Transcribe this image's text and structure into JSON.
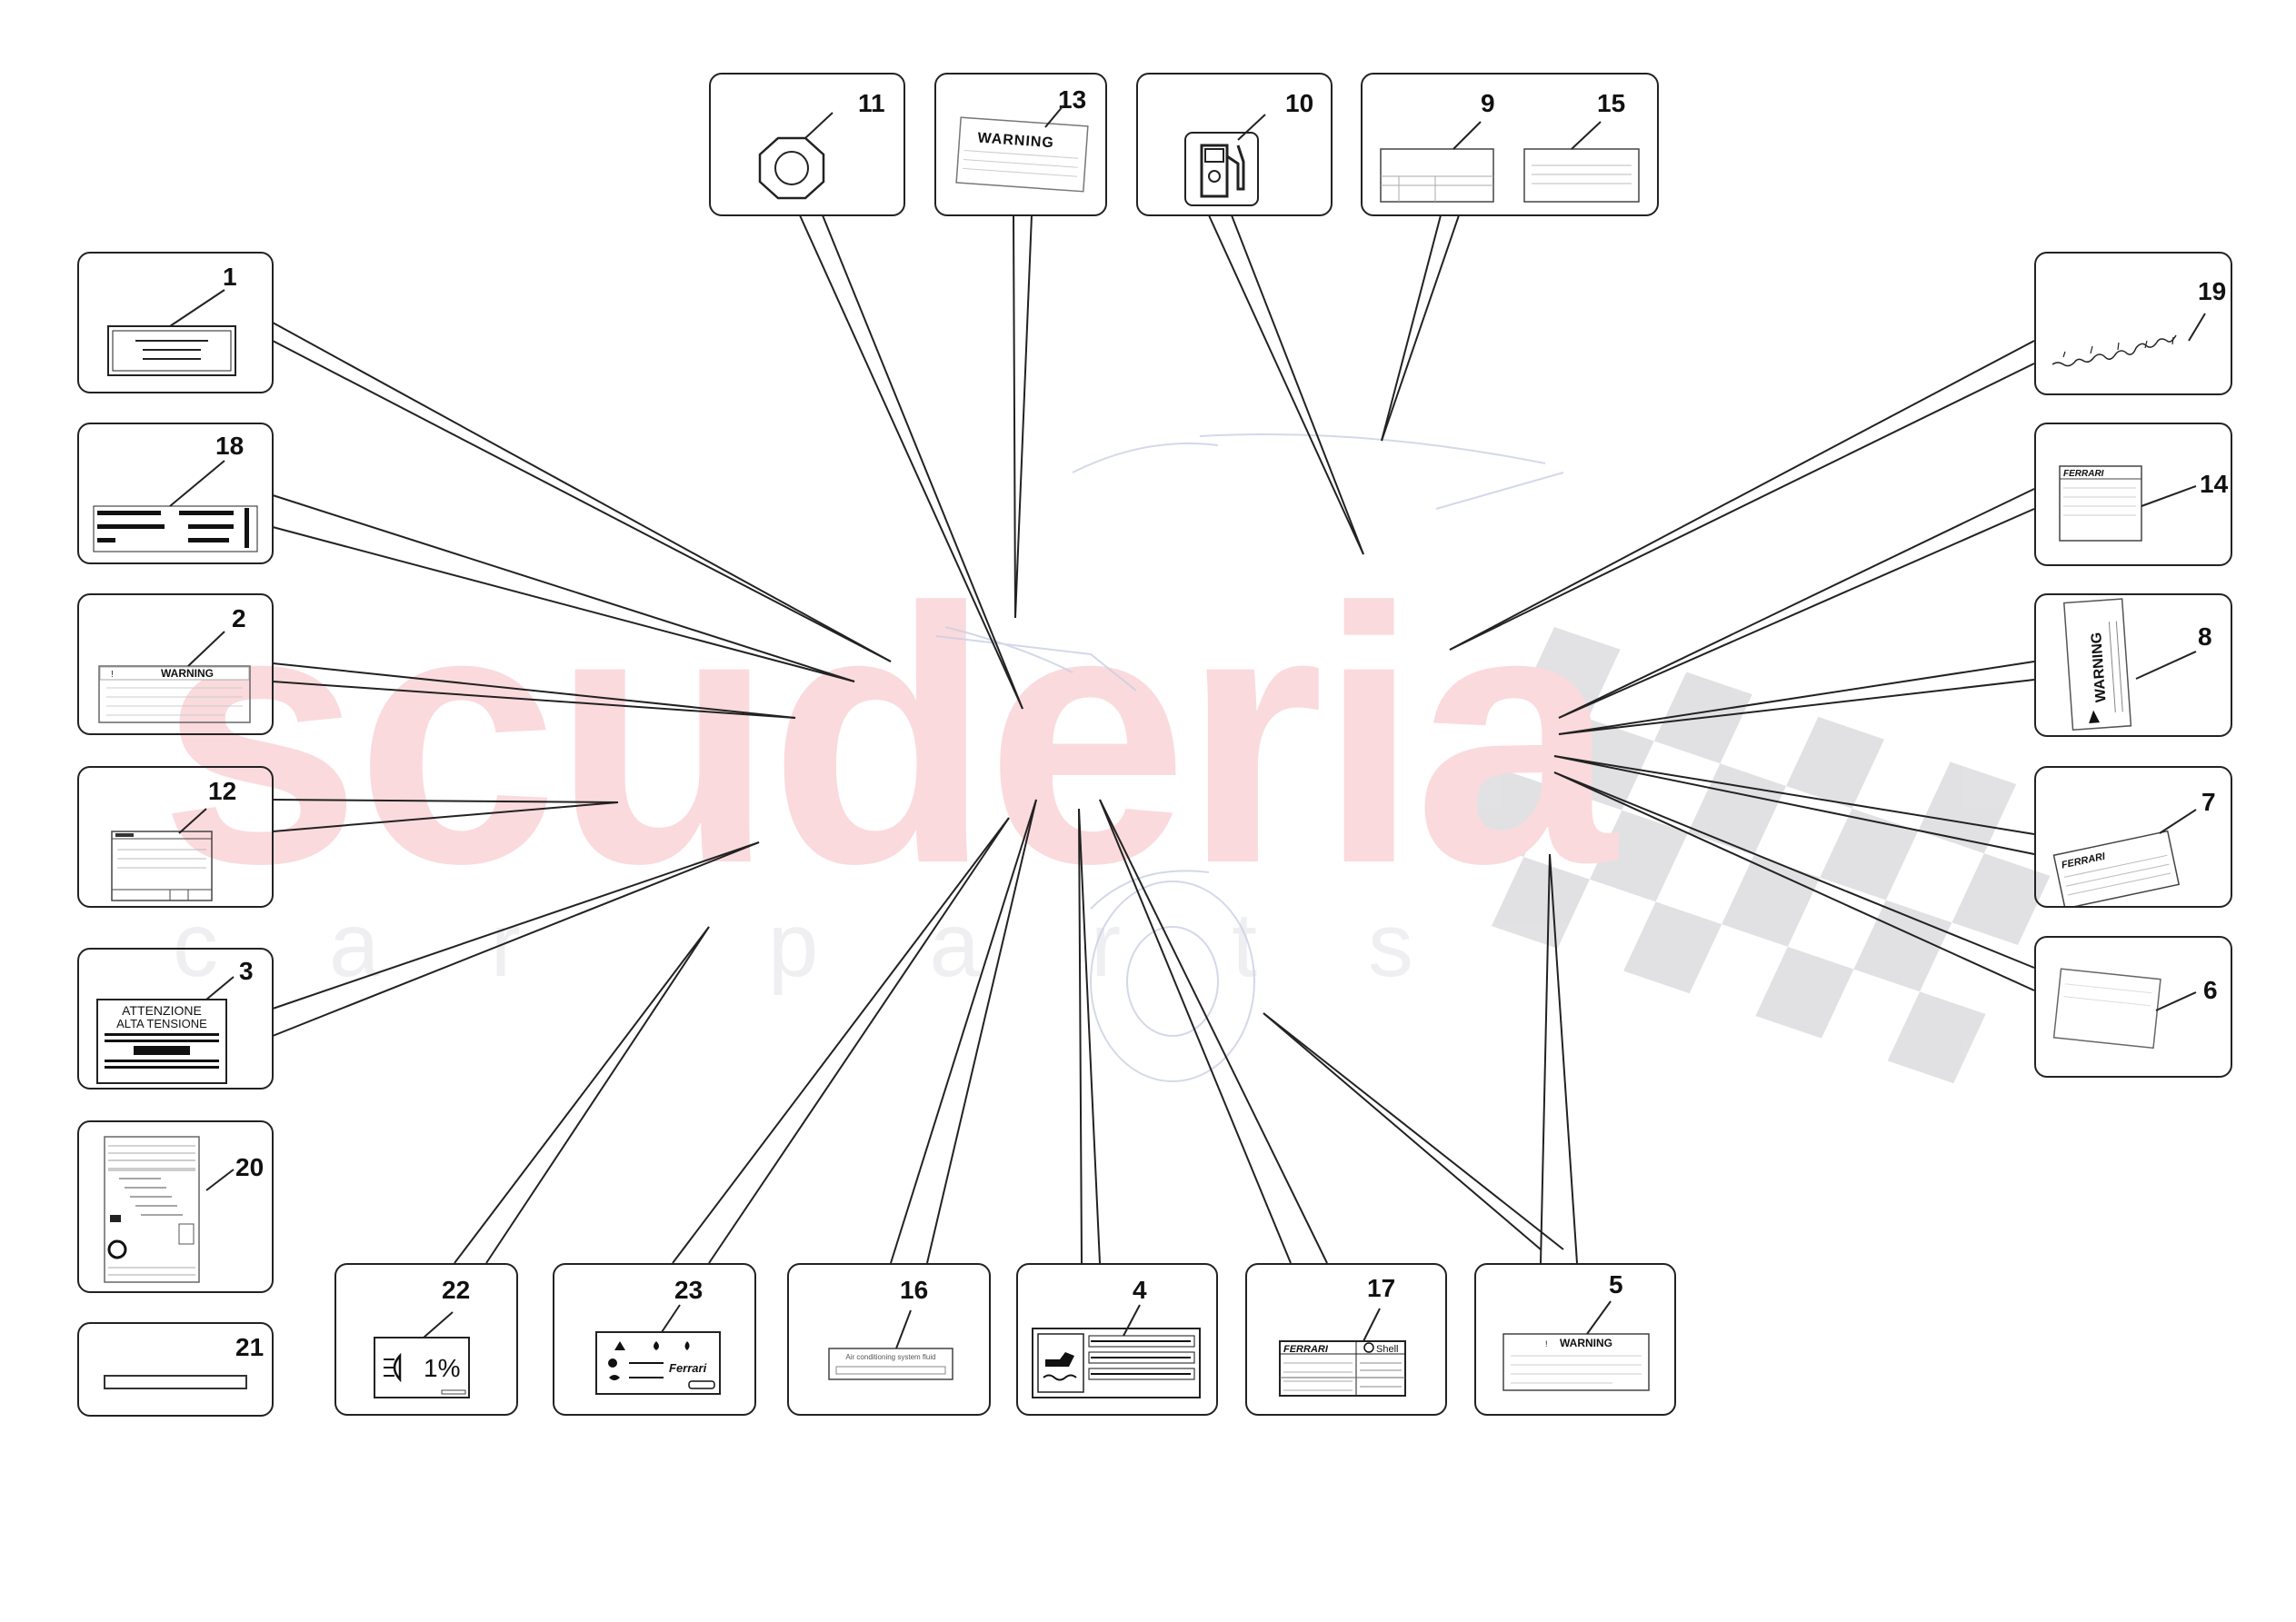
{
  "watermark": {
    "brand": "scuderia",
    "sub": "car parts",
    "brand_color": "#f8d0d4",
    "flag_color": "#d8d8dc"
  },
  "parts": [
    {
      "id": "1",
      "label": "1",
      "icon": "plain-label-icon"
    },
    {
      "id": "2",
      "label": "2",
      "icon": "warning-label-icon",
      "text": "WARNING"
    },
    {
      "id": "3",
      "label": "3",
      "icon": "high-voltage-label-icon",
      "text_line1": "ATTENZIONE",
      "text_line2": "ALTA TENSIONE"
    },
    {
      "id": "4",
      "label": "4",
      "icon": "oil-level-label-icon"
    },
    {
      "id": "5",
      "label": "5",
      "icon": "warning-label-icon",
      "text": "WARNING"
    },
    {
      "id": "6",
      "label": "6",
      "icon": "blank-label-icon"
    },
    {
      "id": "7",
      "label": "7",
      "icon": "ferrari-label-icon",
      "text": "FERRARI"
    },
    {
      "id": "8",
      "label": "8",
      "icon": "warning-label-icon",
      "text": "WARNING"
    },
    {
      "id": "9",
      "label": "9",
      "icon": "plain-label-icon"
    },
    {
      "id": "10",
      "label": "10",
      "icon": "fuel-pump-icon"
    },
    {
      "id": "11",
      "label": "11",
      "icon": "octagon-label-icon"
    },
    {
      "id": "12",
      "label": "12",
      "icon": "data-plate-icon"
    },
    {
      "id": "13",
      "label": "13",
      "icon": "warning-label-icon",
      "text": "WARNING"
    },
    {
      "id": "14",
      "label": "14",
      "icon": "ferrari-label-icon",
      "text": "FERRARI"
    },
    {
      "id": "15",
      "label": "15",
      "icon": "plain-label-icon"
    },
    {
      "id": "16",
      "label": "16",
      "icon": "aircon-label-icon",
      "text": "Air conditioning system fluid"
    },
    {
      "id": "17",
      "label": "17",
      "icon": "ferrari-shell-label-icon",
      "text": "FERRARI",
      "text2": "Shell"
    },
    {
      "id": "18",
      "label": "18",
      "icon": "bar-label-icon"
    },
    {
      "id": "19",
      "label": "19",
      "icon": "arabic-script-icon"
    },
    {
      "id": "20",
      "label": "20",
      "icon": "info-sheet-icon"
    },
    {
      "id": "21",
      "label": "21",
      "icon": "strip-label-icon"
    },
    {
      "id": "22",
      "label": "22",
      "icon": "headlight-level-icon",
      "text": "1%"
    },
    {
      "id": "23",
      "label": "23",
      "icon": "ferrari-symbol-label-icon",
      "text": "Ferrari"
    }
  ]
}
